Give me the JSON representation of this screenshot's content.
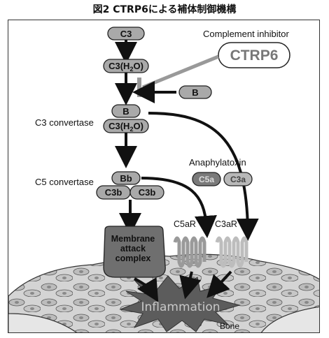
{
  "figure_title": "図2 CTRP6による補体制御機構",
  "labels": {
    "complement_inhibitor": "Complement inhibitor",
    "ctrp6": "CTRP6",
    "c3": "C3",
    "c3h2o_main": "C3(H",
    "c3h2o_sub": "2",
    "c3h2o_end": "O)",
    "b": "B",
    "c3_convertase": "C3 convertase",
    "c5_convertase": "C5 convertase",
    "bb": "Bb",
    "c3b": "C3b",
    "anaphylatoxin": "Anaphylatoxin",
    "c5a": "C5a",
    "c3a": "C3a",
    "c5ar": "C5aR",
    "c3ar": "C3aR",
    "mac_line1": "Membrane",
    "mac_line2": "attack",
    "mac_line3": "complex",
    "inflammation": "Inflammation",
    "bone": "Bone"
  },
  "colors": {
    "pill": "#a9a9a9",
    "pill_stroke": "#222222",
    "mac": "#6f6f6f",
    "anaphylatoxin_dark": "#7a7a7a",
    "anaphylatoxin_light": "#b8b8b8",
    "receptor": "#9a9a9a",
    "inflammation_burst": "#5c5c5c",
    "inflammation_text": "#c8c8c8",
    "tissue": "#dcdcdc",
    "bone": "#e6e6e6"
  }
}
